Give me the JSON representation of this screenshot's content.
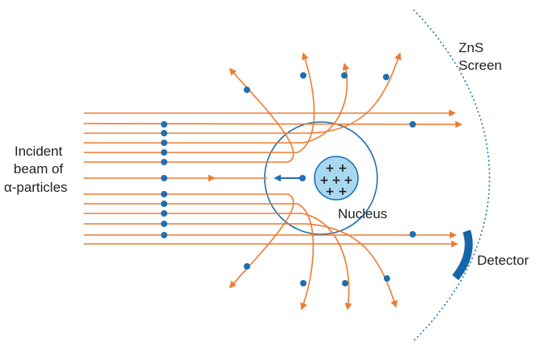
{
  "labels": {
    "incident_line1": "Incident",
    "incident_line2": "beam of",
    "incident_line3": "α-particles",
    "screen_line1": "ZnS",
    "screen_line2": "Screen",
    "nucleus": "Nucleus",
    "detector": "Detector"
  },
  "nucleus_charge_symbols": [
    "+",
    "+",
    "+",
    "+",
    "+",
    "+",
    "+"
  ],
  "colors": {
    "alpha_track": "#ee7b30",
    "particle_dot": "#1f6fb0",
    "atom_outline": "#1f6fb0",
    "nucleus_fill": "#a8d8f0",
    "detector": "#1565a8",
    "screen": "#1f6fb0",
    "text": "#1f1f1f"
  }
}
